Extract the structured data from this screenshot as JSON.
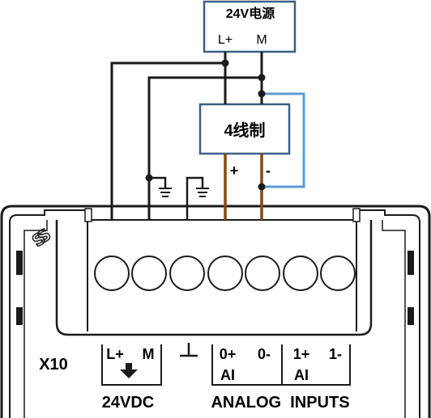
{
  "power_supply": {
    "title": "24V电源",
    "terminal_plus": "L+",
    "terminal_minus": "M"
  },
  "transmitter": {
    "label": "4线制",
    "plus": "+",
    "minus": "-"
  },
  "module": {
    "connector_id": "X10",
    "terminal_labels": [
      "L+",
      "M",
      "0+",
      "0-",
      "1+",
      "1-"
    ],
    "ai_labels": [
      "AI",
      "AI"
    ],
    "bottom_label_left": "24VDC",
    "bottom_label_right": "ANALOG  INPUTS"
  },
  "colors": {
    "wire_black": "#1a1a1a",
    "wire_brown": "#8b4513",
    "wire_blue": "#5b9bd5",
    "box_border": "#3b5f86"
  }
}
